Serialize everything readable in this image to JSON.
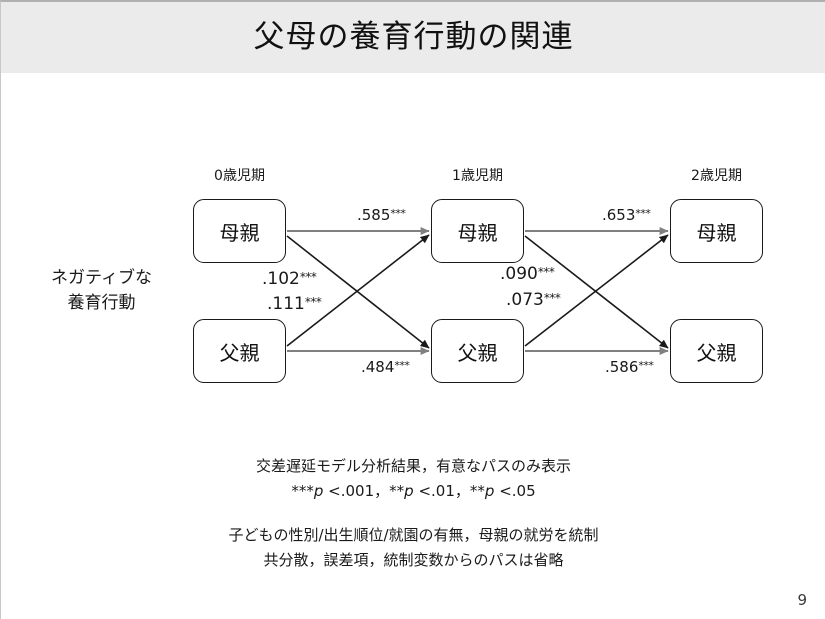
{
  "slide": {
    "title": "父母の養育行動の関連",
    "page_number": "9",
    "construct_label_line1": "ネガティブな",
    "construct_label_line2": "養育行動",
    "colors": {
      "header_band": "#ebebeb",
      "stability_arrow": "#808080",
      "cross_arrow": "#1a1a1a",
      "box_border": "#1a1a1a",
      "text": "#1a1a1a"
    }
  },
  "diagram": {
    "type": "cross-lagged-panel-model",
    "waves": [
      {
        "id": "w0",
        "header": "0歳児期"
      },
      {
        "id": "w1",
        "header": "1歳児期"
      },
      {
        "id": "w2",
        "header": "2歳児期"
      }
    ],
    "nodes": [
      {
        "id": "m0",
        "label": "母親",
        "wave": "w0",
        "row": "top"
      },
      {
        "id": "f0",
        "label": "父親",
        "wave": "w0",
        "row": "bottom"
      },
      {
        "id": "m1",
        "label": "母親",
        "wave": "w1",
        "row": "top"
      },
      {
        "id": "f1",
        "label": "父親",
        "wave": "w1",
        "row": "bottom"
      },
      {
        "id": "m2",
        "label": "母親",
        "wave": "w2",
        "row": "top"
      },
      {
        "id": "f2",
        "label": "父親",
        "wave": "w2",
        "row": "bottom"
      }
    ],
    "paths": [
      {
        "id": "p1",
        "from": "m0",
        "to": "m1",
        "kind": "stability",
        "coef": ".585",
        "stars": "***"
      },
      {
        "id": "p2",
        "from": "f0",
        "to": "f1",
        "kind": "stability",
        "coef": ".484",
        "stars": "***"
      },
      {
        "id": "p3",
        "from": "m0",
        "to": "f1",
        "kind": "cross",
        "coef": ".102",
        "stars": "***"
      },
      {
        "id": "p4",
        "from": "f0",
        "to": "m1",
        "kind": "cross",
        "coef": ".111",
        "stars": "***"
      },
      {
        "id": "p5",
        "from": "m1",
        "to": "m2",
        "kind": "stability",
        "coef": ".653",
        "stars": "***"
      },
      {
        "id": "p6",
        "from": "f1",
        "to": "f2",
        "kind": "stability",
        "coef": ".586",
        "stars": "***"
      },
      {
        "id": "p7",
        "from": "m1",
        "to": "f2",
        "kind": "cross",
        "coef": ".090",
        "stars": "***"
      },
      {
        "id": "p8",
        "from": "f1",
        "to": "m2",
        "kind": "cross",
        "coef": ".073",
        "stars": "***"
      }
    ]
  },
  "notes": {
    "note1_line1": "交差遅延モデル分析結果，有意なパスのみ表示",
    "note1_line2_pre": "***",
    "note1_line2_p1": "p",
    "note1_line2_mid1": " <.001，**",
    "note1_line2_p2": "p",
    "note1_line2_mid2": " <.01，**",
    "note1_line2_p3": "p",
    "note1_line2_end": " <.05",
    "note2_line1": "子どもの性別/出生順位/就園の有無，母親の就労を統制",
    "note2_line2": "共分散，誤差項，統制変数からのパスは省略"
  }
}
